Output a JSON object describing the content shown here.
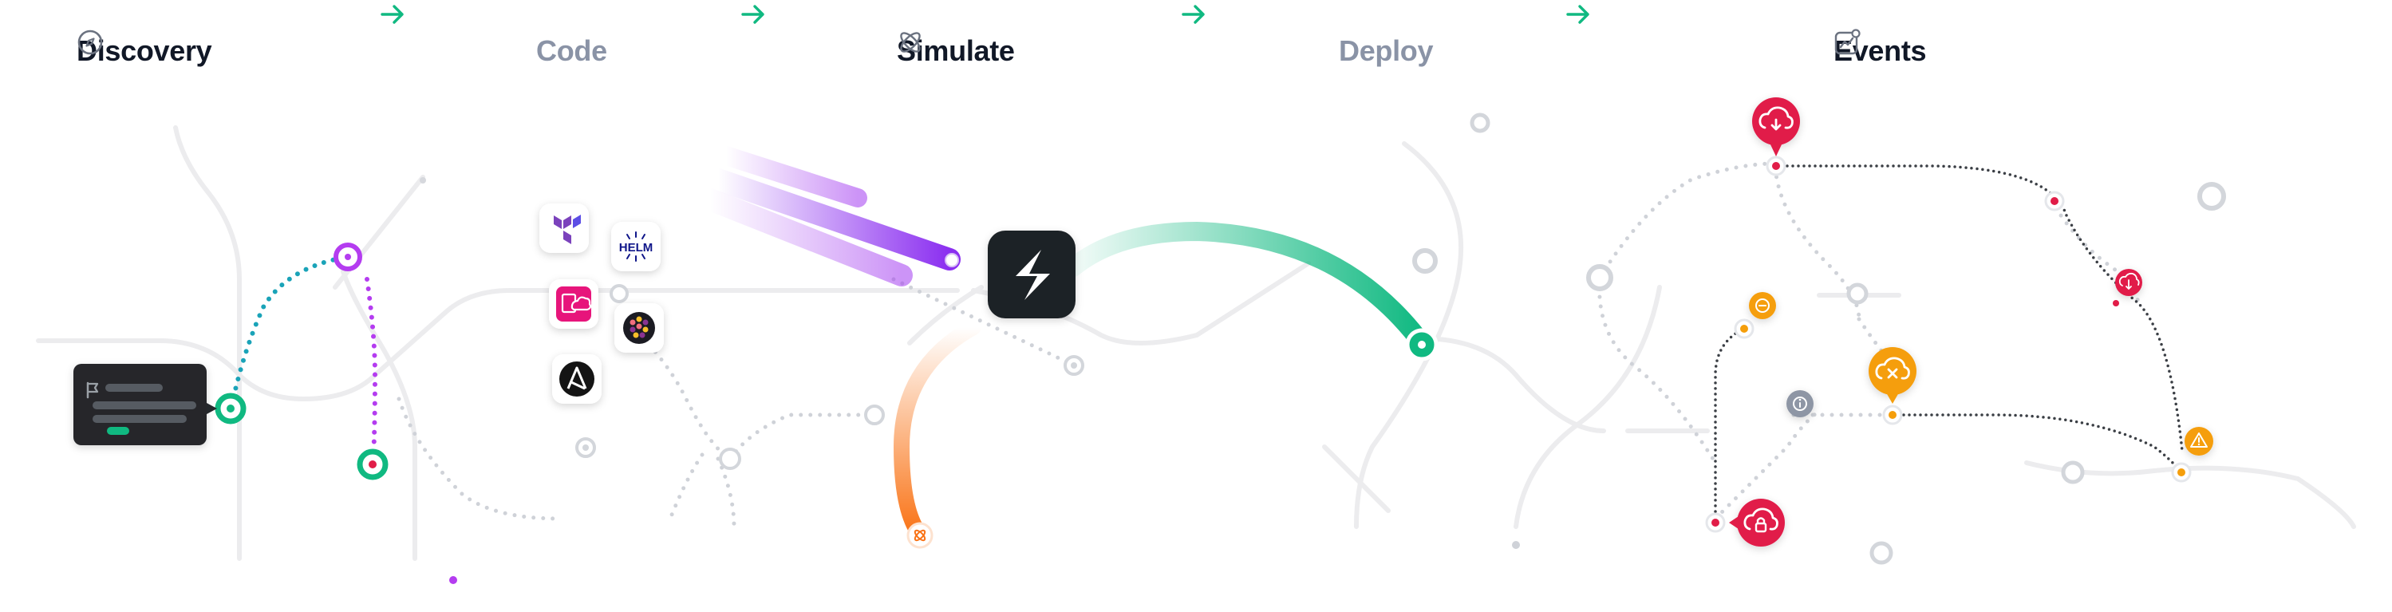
{
  "header": {
    "steps": [
      {
        "label": "Discovery",
        "icon": "compass-icon",
        "active": true
      },
      {
        "label": "Code",
        "icon": "",
        "active": false
      },
      {
        "label": "Simulate",
        "icon": "atom-icon",
        "active": true
      },
      {
        "label": "Deploy",
        "icon": "",
        "active": false
      },
      {
        "label": "Events",
        "icon": "chart-bell-icon",
        "active": true
      }
    ],
    "arrow_icon": "arrow-right-icon"
  },
  "colors": {
    "accent_green": "#10b981",
    "purple": "#a33cf0",
    "teal": "#1aa3b8",
    "orange": "#f97316",
    "amber": "#f59e0b",
    "red": "#e11d48",
    "muted_line": "#ebebed",
    "muted_dot": "#cfd2d8",
    "dark": "#1f2226"
  },
  "tools": [
    {
      "name": "terraform-logo-icon"
    },
    {
      "name": "helm-logo-icon",
      "text": "HELM"
    },
    {
      "name": "aws-cloudformation-icon"
    },
    {
      "name": "pulumi-icon"
    },
    {
      "name": "ansible-icon"
    }
  ],
  "events": {
    "icons": [
      "cloud-alert-icon",
      "cloud-error-icon",
      "alert-triangle-icon",
      "info-icon",
      "minus-circle-icon",
      "cloud-download-icon",
      "cloud-lock-icon"
    ]
  }
}
